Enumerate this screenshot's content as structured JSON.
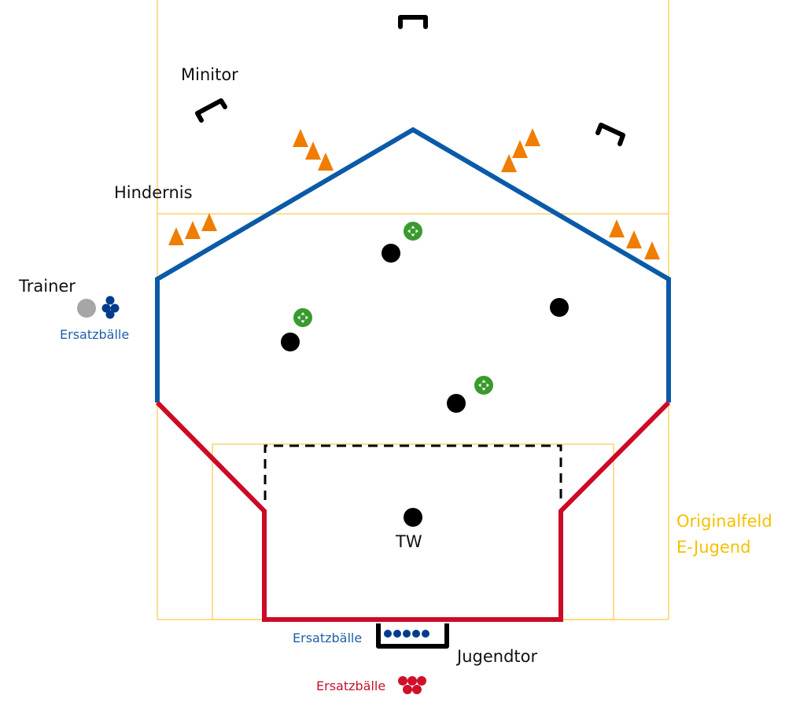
{
  "colors": {
    "field_line": "#fbd36b",
    "zone_blue": "#0a5aa8",
    "zone_red": "#cc0a25",
    "goal": "#000000",
    "player": "#000000",
    "ball_green": "#3a9a2e",
    "cone_orange": "#ef7d00",
    "trainer_gray": "#a6a6a6",
    "balls_blue": "#003c8c",
    "balls_red": "#d0102b",
    "text_blue": "#1f5fa8",
    "text_red": "#c8102e",
    "text_yellow": "#f5c000"
  },
  "labels": {
    "minitor": "Minitor",
    "hindernis": "Hindernis",
    "trainer": "Trainer",
    "ersatzbaelle_trainer": "Ersatzbälle",
    "tw": "TW",
    "originalfeld_line1": "Originalfeld",
    "originalfeld_line2": "E-Jugend",
    "ersatzbaelle_goal": "Ersatzbälle",
    "jugendtor": "Jugendtor",
    "ersatzbaelle_bottom": "Ersatzbälle"
  },
  "counts": {
    "field_players": 4,
    "goalkeeper": 1,
    "green_balls": 3,
    "cone_groups": 4,
    "cones_per_group": 3,
    "minigoals": 3,
    "spare_balls_trainer": 4,
    "spare_balls_goal": 5,
    "spare_balls_bottom": 5
  },
  "icons": {
    "player": "filled-black-circle",
    "ball": "green-ball-with-arrows",
    "cone": "orange-triangle",
    "minigoal": "black-u-bracket",
    "trainer": "gray-circle"
  }
}
